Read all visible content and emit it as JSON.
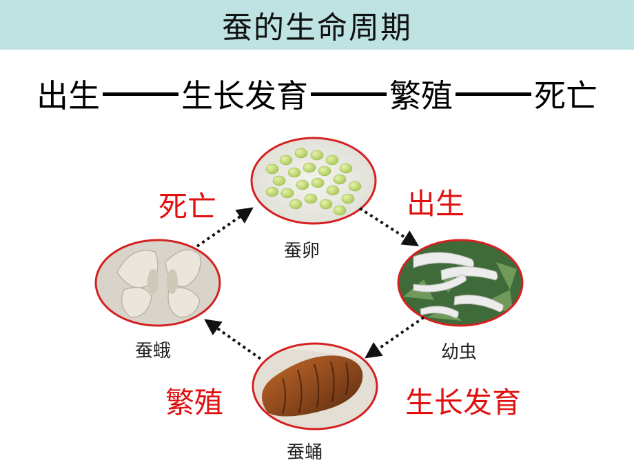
{
  "title": "蚕的生命周期",
  "stages_line": [
    "出生",
    "生长发育",
    "繁殖",
    "死亡"
  ],
  "nodes": {
    "egg": "蚕卵",
    "larva": "幼虫",
    "pupa": "蚕蛹",
    "moth": "蚕蛾"
  },
  "transitions": {
    "egg_to_larva": "出生",
    "larva_to_pupa": "生长发育",
    "pupa_to_moth": "繁殖",
    "moth_to_egg": "死亡"
  },
  "colors": {
    "title_bg": "#bfe3e3",
    "ring": "#d42020",
    "transition_text": "#e01010"
  }
}
